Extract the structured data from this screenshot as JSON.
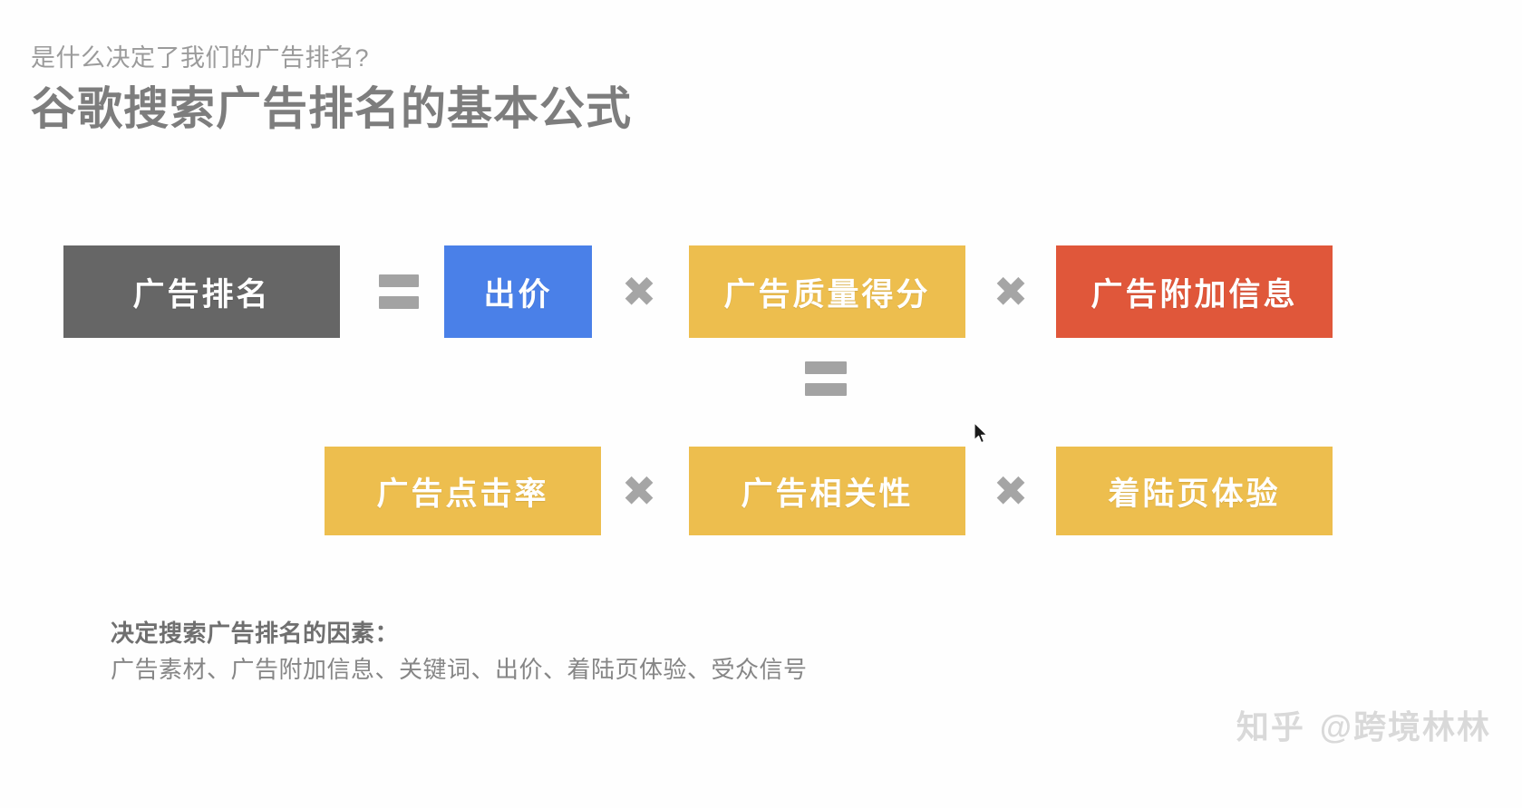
{
  "header": {
    "subtitle": "是什么决定了我们的广告排名?",
    "title": "谷歌搜索广告排名的基本公式"
  },
  "formula": {
    "row1": {
      "result": {
        "label": "广告排名",
        "color": "#666666"
      },
      "equals": "=",
      "terms": [
        {
          "label": "出价",
          "color": "#4A80E8"
        },
        {
          "label": "广告质量得分",
          "color": "#EDBE4E"
        },
        {
          "label": "广告附加信息",
          "color": "#E0573A"
        }
      ],
      "operator": "✖"
    },
    "link_equals": "=",
    "row2": {
      "terms": [
        {
          "label": "广告点击率",
          "color": "#EDBE4E"
        },
        {
          "label": "广告相关性",
          "color": "#EDBE4E"
        },
        {
          "label": "着陆页体验",
          "color": "#EDBE4E"
        }
      ],
      "operator": "✖"
    }
  },
  "caption": {
    "heading": "决定搜索广告排名的因素：",
    "body": "广告素材、广告附加信息、关键词、出价、着陆页体验、受众信号"
  },
  "watermark": {
    "site": "知乎",
    "handle": "@跨境林林"
  },
  "colors": {
    "gray": "#666666",
    "blue": "#4A80E8",
    "amber": "#EDBE4E",
    "red": "#E0573A",
    "operator": "#a5a5a5",
    "title": "#7d7d7d",
    "subtitle": "#9b9b9b",
    "background": "#fefefe"
  }
}
